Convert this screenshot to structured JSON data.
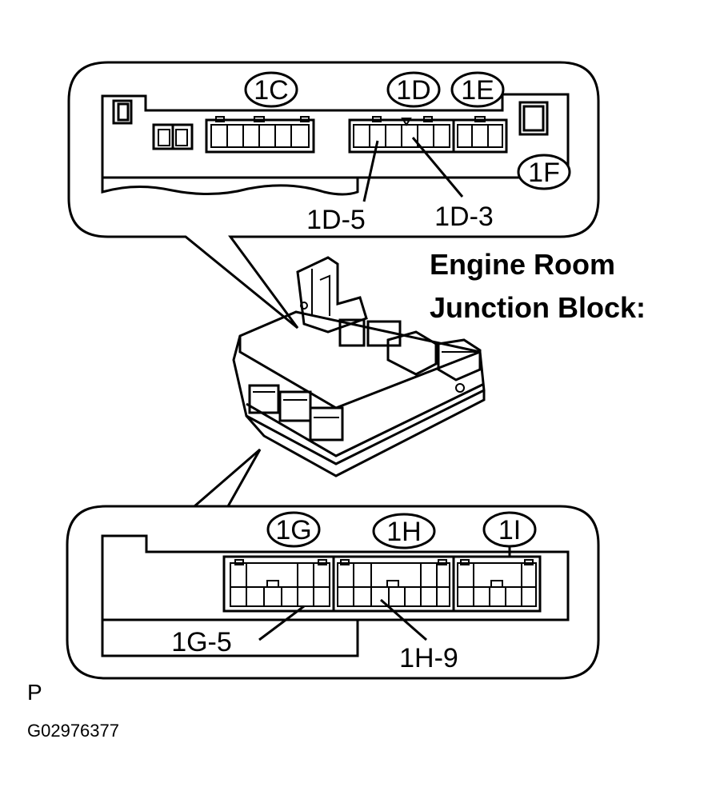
{
  "title_line1": "Engine Room",
  "title_line2": "Junction Block:",
  "connectors_top": [
    "1C",
    "1D",
    "1E",
    "1F"
  ],
  "connectors_bottom": [
    "1G",
    "1H",
    "1I"
  ],
  "pins_top": [
    "1D-5",
    "1D-3"
  ],
  "pins_bottom": [
    "1G-5",
    "1H-9"
  ],
  "corner_letter": "P",
  "figure_code": "G02976377"
}
